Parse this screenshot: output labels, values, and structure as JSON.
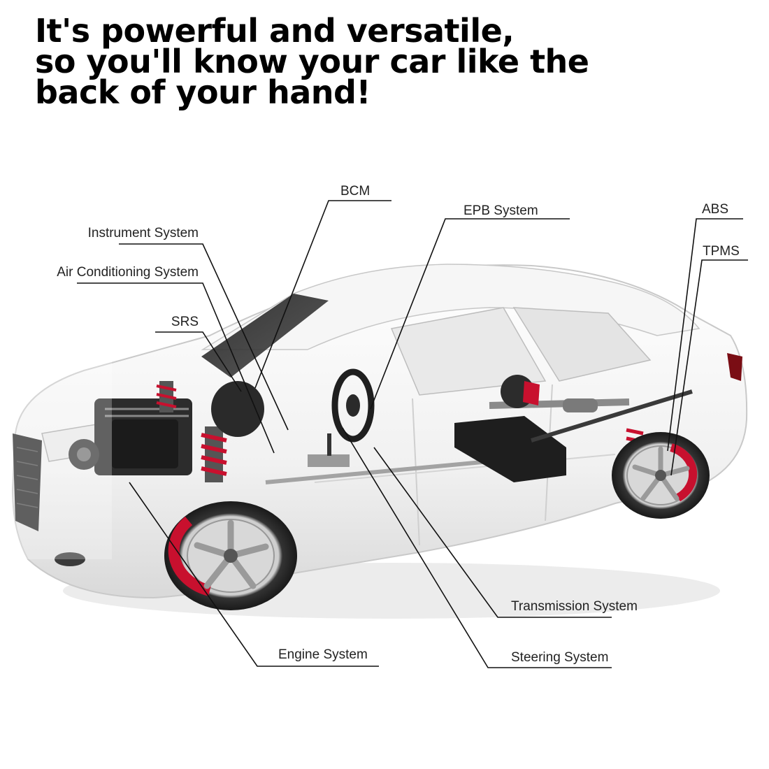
{
  "headline": {
    "line1": "It's powerful and versatile,",
    "line2": "so you'll know your car like the",
    "line3": "back of your hand!"
  },
  "labels": {
    "bcm": "BCM",
    "epb": "EPB System",
    "abs": "ABS",
    "tpms": "TPMS",
    "instrument": "Instrument System",
    "air_conditioning": "Air Conditioning System",
    "srs": "SRS",
    "transmission": "Transmission System",
    "engine": "Engine System",
    "steering": "Steering System"
  },
  "image": {
    "subject": "car-cutaway",
    "accent_color": "#c8102e"
  }
}
